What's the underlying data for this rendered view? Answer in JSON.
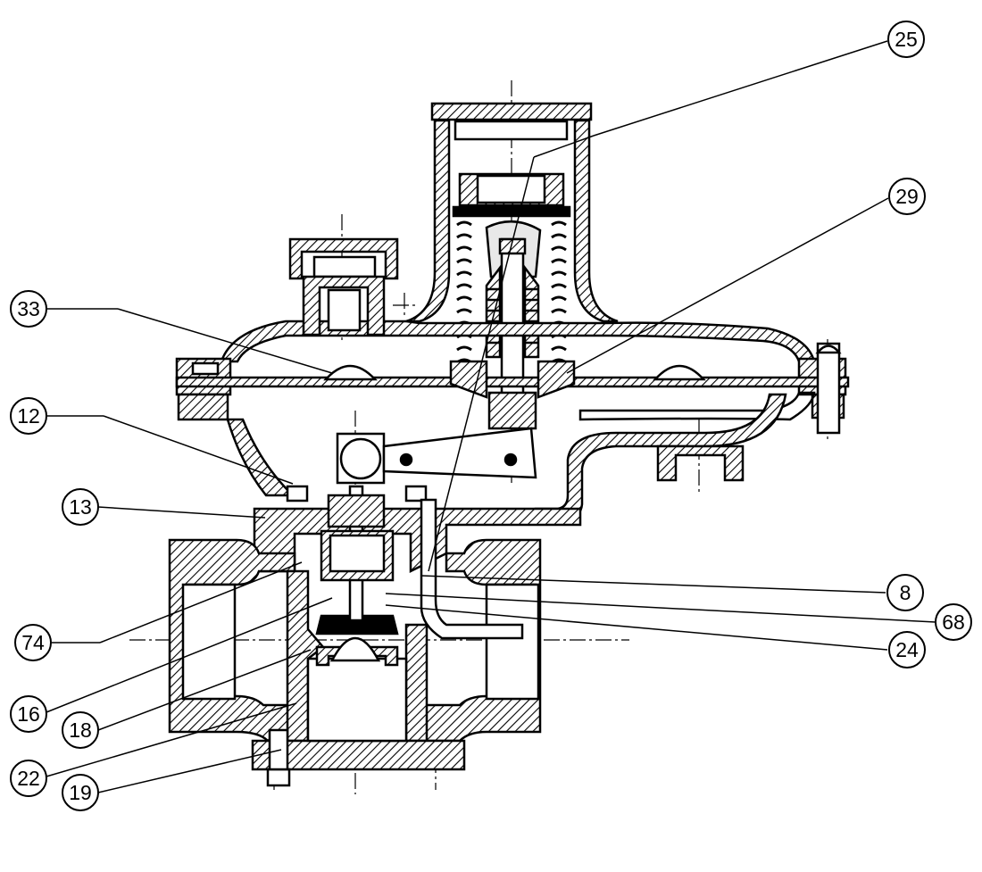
{
  "diagram": {
    "callouts": [
      {
        "id": "25",
        "label": "25"
      },
      {
        "id": "29",
        "label": "29"
      },
      {
        "id": "33",
        "label": "33"
      },
      {
        "id": "12",
        "label": "12"
      },
      {
        "id": "13",
        "label": "13"
      },
      {
        "id": "8",
        "label": "8"
      },
      {
        "id": "68",
        "label": "68"
      },
      {
        "id": "74",
        "label": "74"
      },
      {
        "id": "24",
        "label": "24"
      },
      {
        "id": "16",
        "label": "16"
      },
      {
        "id": "18",
        "label": "18"
      },
      {
        "id": "22",
        "label": "22"
      },
      {
        "id": "19",
        "label": "19"
      }
    ]
  },
  "colors": {
    "ink": "#000000",
    "paper": "#ffffff"
  }
}
